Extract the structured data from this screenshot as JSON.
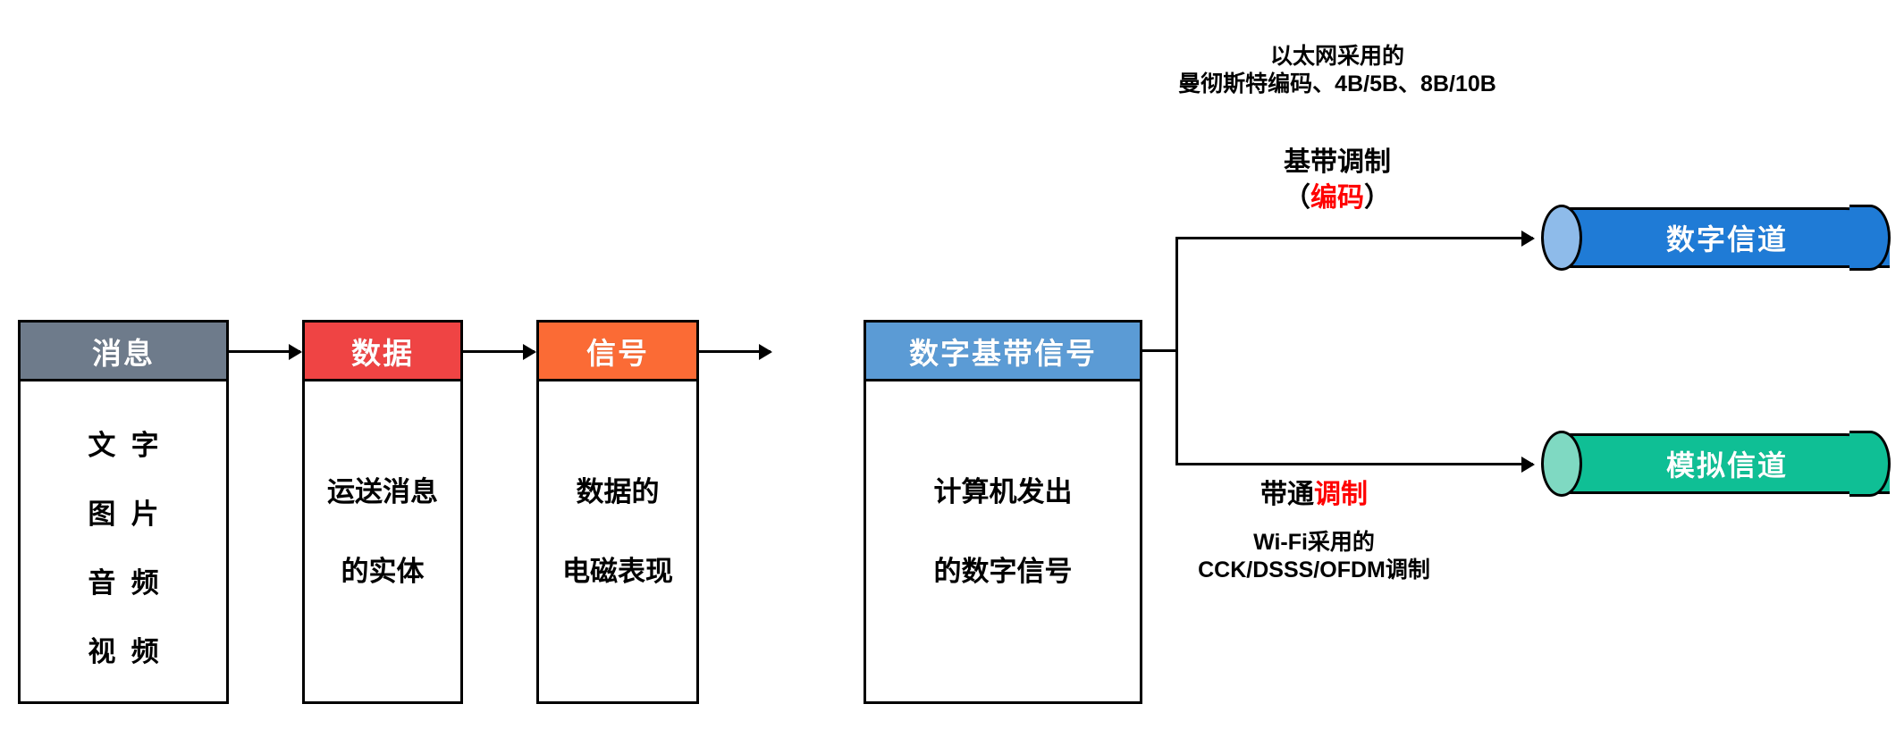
{
  "diagram": {
    "title": "消息数据信号信道转换流程图",
    "colors": {
      "message_header": "#6E7B8B",
      "data_header": "#EF4444",
      "signal_header": "#FB6B35",
      "digital_baseband_header": "#5B9BD5",
      "digital_channel": "#1F7BD6",
      "digital_channel_cap": "#8EBBEA",
      "analog_channel": "#0FBF95",
      "analog_channel_cap": "#7FD9C2",
      "accent_red": "#FF0000",
      "stroke": "#000000",
      "background": "#FFFFFF"
    },
    "stages": [
      {
        "id": "message",
        "header": "消息",
        "body_lines": [
          "文  字",
          "图  片",
          "音  频",
          "视  频"
        ]
      },
      {
        "id": "data",
        "header": "数据",
        "body_lines": [
          "运送消息",
          "的实体"
        ]
      },
      {
        "id": "signal",
        "header": "信号",
        "body_lines": [
          "数据的",
          "电磁表现"
        ]
      },
      {
        "id": "digital-baseband-signal",
        "header": "数字基带信号",
        "body_lines": [
          "计算机发出",
          "的数字信号"
        ]
      }
    ],
    "channels": [
      {
        "id": "digital-channel",
        "label": "数字信道"
      },
      {
        "id": "analog-channel",
        "label": "模拟信道"
      }
    ],
    "annotations": {
      "top": {
        "line1": "以太网采用的",
        "line2": "曼彻斯特编码、4B/5B、8B/10B",
        "title_black": "基带调制",
        "paren_open": "（",
        "title_red": "编码",
        "paren_close": "）"
      },
      "bottom": {
        "title_black": "带通",
        "title_red": "调制",
        "line1": "Wi-Fi采用的",
        "line2": "CCK/DSSS/OFDM调制"
      }
    }
  }
}
